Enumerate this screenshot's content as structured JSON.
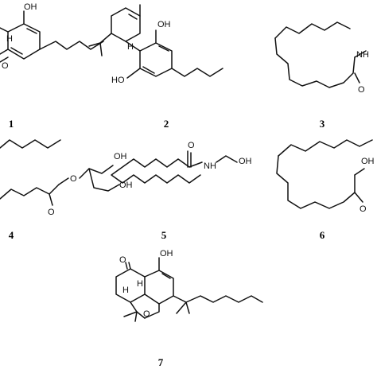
{
  "compounds": [
    {
      "number": "1",
      "labels": [
        "OH",
        "H",
        "O"
      ]
    },
    {
      "number": "2",
      "labels": [
        "OH",
        "H",
        "HO"
      ]
    },
    {
      "number": "3",
      "labels": [
        "NH",
        "O"
      ]
    },
    {
      "number": "4",
      "labels": [
        "O",
        "OH",
        "OH",
        "O"
      ]
    },
    {
      "number": "5",
      "labels": [
        "O",
        "NH",
        "OH"
      ]
    },
    {
      "number": "6",
      "labels": [
        "OH",
        "O"
      ]
    },
    {
      "number": "7",
      "labels": [
        "O",
        "OH",
        "H",
        "H",
        "O"
      ]
    }
  ]
}
